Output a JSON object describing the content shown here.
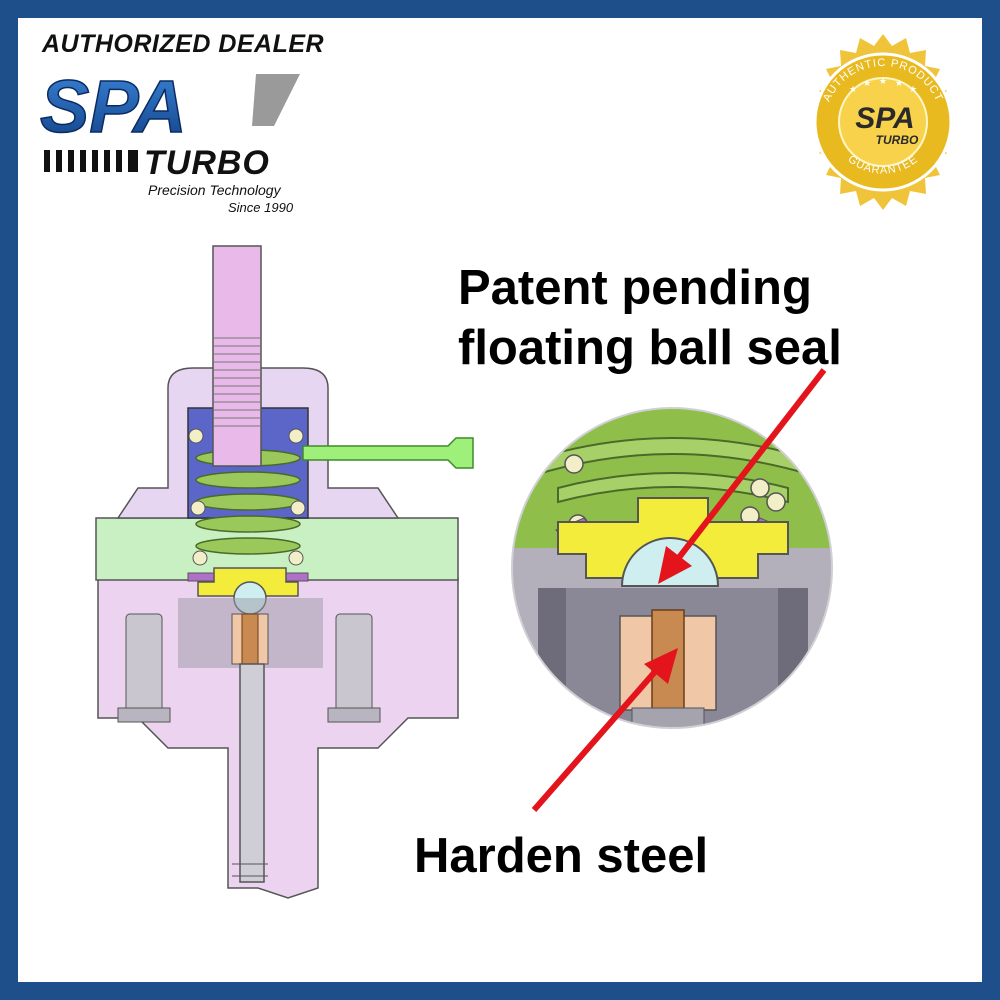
{
  "header": {
    "dealer_label": "AUTHORIZED DEALER",
    "brand_mark": "SPA",
    "brand_turbo": "TURBO",
    "brand_tagline": "Precision Technology",
    "brand_since": "Since 1990"
  },
  "seal": {
    "top_text": "AUTHENTIC PRODUCT",
    "brand_mark": "SPA",
    "brand_sub": "TURBO",
    "bottom_text": "GUARANTEE"
  },
  "callouts": {
    "top_line1": "Patent pending",
    "top_line2": "floating ball seal",
    "bottom": "Harden steel"
  },
  "colors": {
    "frame": "#1f4f8a",
    "brand_blue": "#1f5fb0",
    "seal_gold": "#e9b920",
    "arrow_red": "#e3141c",
    "spring_green": "#8fbf4a",
    "housing_pink": "#e6c8ea",
    "ring_green": "#c9f0c2",
    "yellow_seat": "#f4ec3a",
    "ball": "#cfeef0",
    "steel_pin": "#c98a52"
  }
}
